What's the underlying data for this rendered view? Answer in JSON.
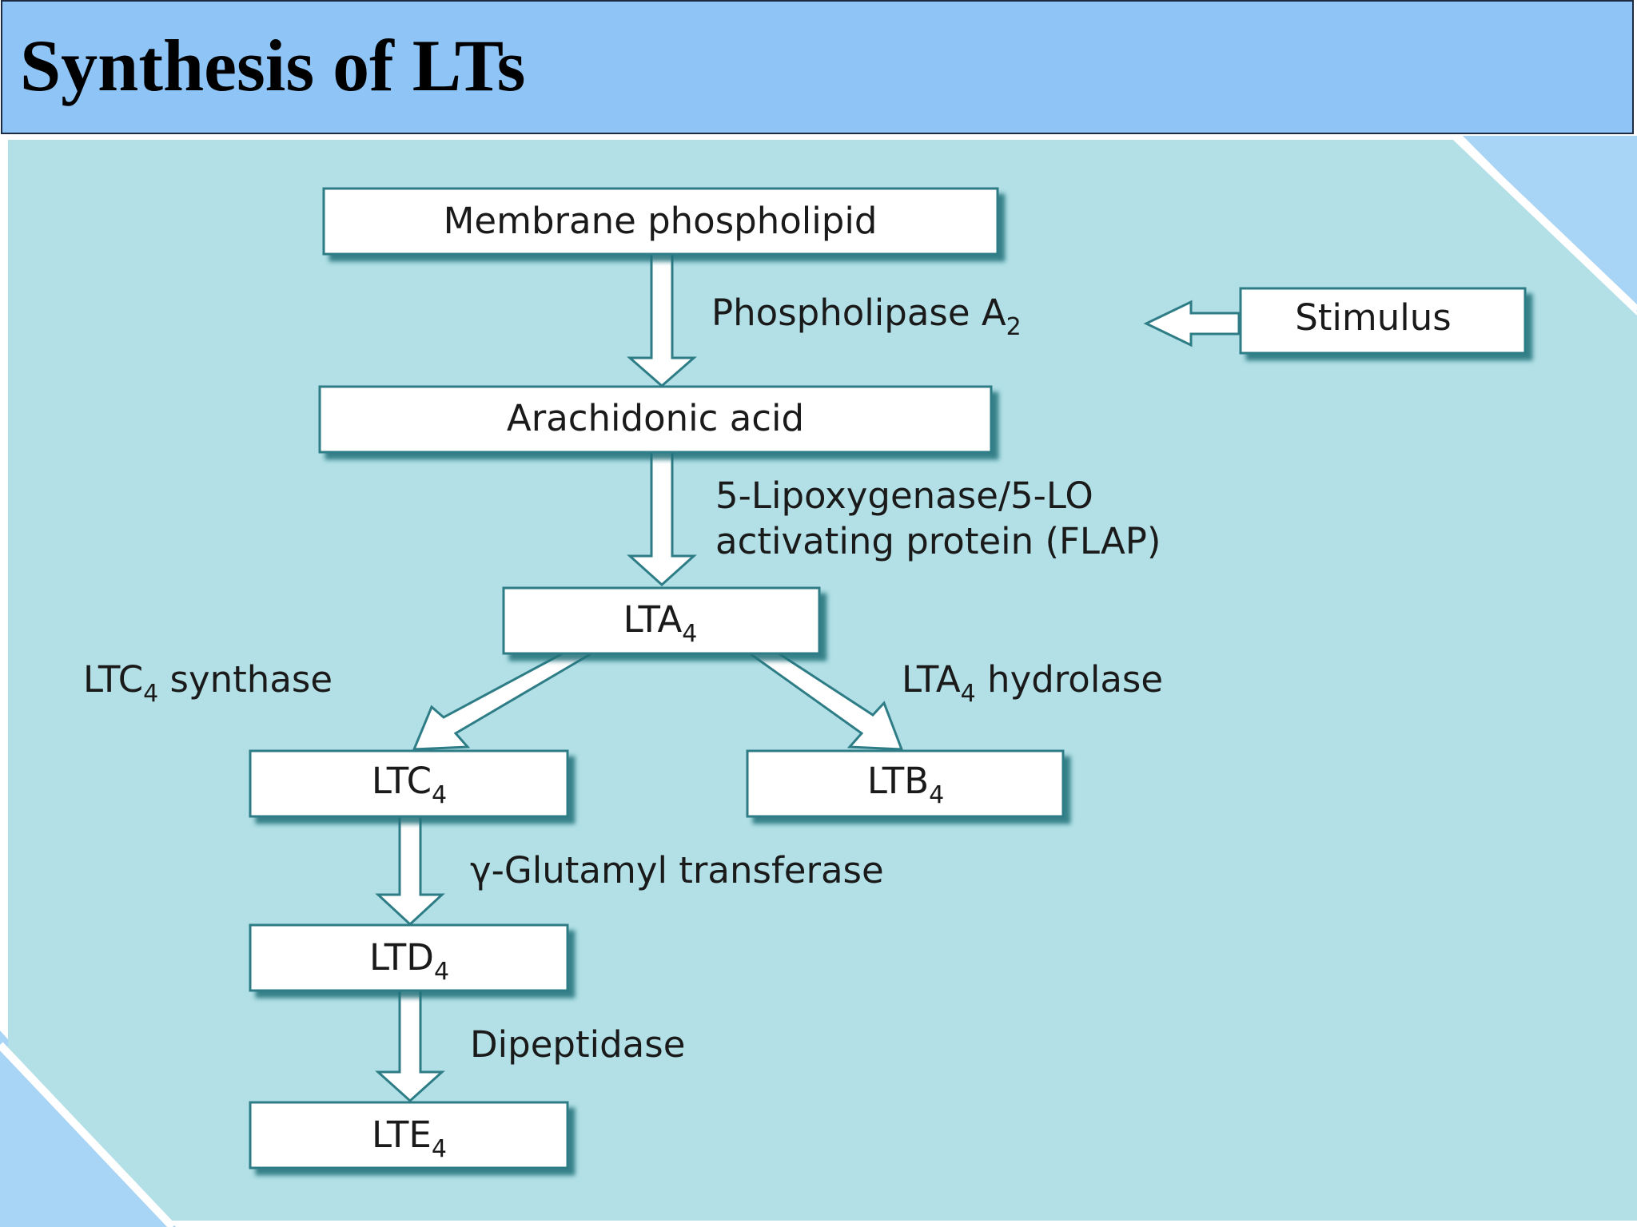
{
  "title": "Synthesis of LTs",
  "colors": {
    "title_bar": "#8ec4f6",
    "panel": "#b2e0e6",
    "corner_accent": "#a8d4f5",
    "box_fill": "#ffffff",
    "box_border": "#2e7d86"
  },
  "nodes": {
    "membrane": {
      "label": "Membrane phospholipid"
    },
    "arachidonic": {
      "label": "Arachidonic acid"
    },
    "stimulus": {
      "label": "Stimulus"
    },
    "lta4": {
      "base": "LTA",
      "sub": "4"
    },
    "ltc4": {
      "base": "LTC",
      "sub": "4"
    },
    "ltb4": {
      "base": "LTB",
      "sub": "4"
    },
    "ltd4": {
      "base": "LTD",
      "sub": "4"
    },
    "lte4": {
      "base": "LTE",
      "sub": "4"
    }
  },
  "enzymes": {
    "pla2": {
      "base": "Phospholipase A",
      "sub": "2"
    },
    "lox_line1": "5-Lipoxygenase/5-LO",
    "lox_line2": "activating protein (FLAP)",
    "ltc4s": {
      "base": "LTC",
      "sub": "4",
      "rest": " synthase"
    },
    "lta4h": {
      "base": "LTA",
      "sub": "4",
      "rest": " hydrolase"
    },
    "ggt": "γ-Glutamyl transferase",
    "dipeptidase": "Dipeptidase"
  },
  "edges": [
    {
      "from": "membrane",
      "to": "arachidonic",
      "label": "Phospholipase A2"
    },
    {
      "from": "stimulus",
      "to": "pla2",
      "label": ""
    },
    {
      "from": "arachidonic",
      "to": "lta4",
      "label": "5-Lipoxygenase/5-LO activating protein (FLAP)"
    },
    {
      "from": "lta4",
      "to": "ltc4",
      "label": "LTC4 synthase"
    },
    {
      "from": "lta4",
      "to": "ltb4",
      "label": "LTA4 hydrolase"
    },
    {
      "from": "ltc4",
      "to": "ltd4",
      "label": "γ-Glutamyl transferase"
    },
    {
      "from": "ltd4",
      "to": "lte4",
      "label": "Dipeptidase"
    }
  ]
}
